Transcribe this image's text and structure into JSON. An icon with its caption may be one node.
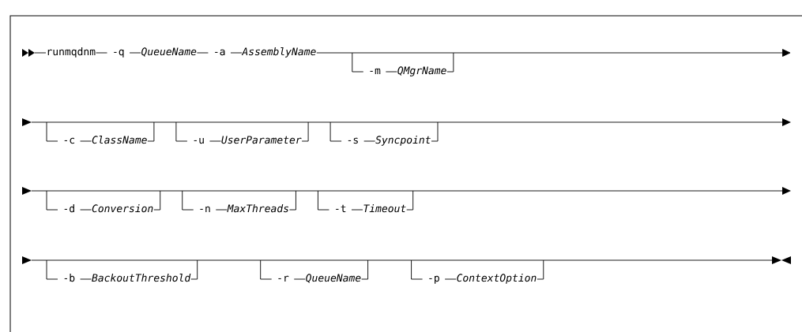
{
  "diagram": {
    "nodes": [
      {
        "text": [
          "runmqdnm"
        ]
      },
      {
        "text": [
          "-q"
        ]
      },
      {
        "text": [
          "QueueName"
        ]
      },
      {
        "text": [
          "-a"
        ]
      },
      {
        "text": [
          "AssemblyName"
        ]
      },
      {
        "text": [
          "-m"
        ]
      },
      {
        "text": [
          "QMgrName"
        ]
      },
      {
        "text": [
          "-c"
        ]
      },
      {
        "text": [
          "ClassName"
        ]
      },
      {
        "text": [
          "-u"
        ]
      },
      {
        "text": [
          "UserParameter"
        ]
      },
      {
        "text": [
          "-s"
        ]
      },
      {
        "text": [
          "Syncpoint"
        ]
      },
      {
        "text": [
          "-d"
        ]
      },
      {
        "text": [
          "Conversion"
        ]
      },
      {
        "text": [
          "-n"
        ]
      },
      {
        "text": [
          "MaxThreads"
        ]
      },
      {
        "text": [
          "-t"
        ]
      },
      {
        "text": [
          "Timeout"
        ]
      },
      {
        "text": [
          "-b"
        ]
      },
      {
        "text": [
          "BackoutThreshold"
        ]
      },
      {
        "text": [
          "-r"
        ]
      },
      {
        "text": [
          "QueueName"
        ]
      },
      {
        "text": [
          "-p"
        ]
      },
      {
        "text": [
          "ContextOption"
        ]
      }
    ],
    "edges": [
      {
        "from": 0,
        "to": 1,
        "arrow": "none"
      },
      {
        "from": 1,
        "to": 2,
        "arrow": "none"
      },
      {
        "from": 2,
        "to": 3,
        "arrow": "none"
      },
      {
        "from": 3,
        "to": 4,
        "arrow": "none"
      },
      {
        "from": 4,
        "to": 5,
        "arrow": "none"
      },
      {
        "from": 6,
        "to": null,
        "arrow": "to"
      },
      {
        "from": 5,
        "to": 6,
        "arrow": "none"
      },
      {
        "from": 7,
        "to": 8,
        "arrow": "none"
      },
      {
        "from": 9,
        "to": 10,
        "arrow": "none"
      },
      {
        "from": 11,
        "to": 12,
        "arrow": "none"
      },
      {
        "from": 13,
        "to": 14,
        "arrow": "none"
      },
      {
        "from": 15,
        "to": 16,
        "arrow": "none"
      },
      {
        "from": 17,
        "to": 18,
        "arrow": "none"
      },
      {
        "from": 19,
        "to": 20,
        "arrow": "none"
      },
      {
        "from": 21,
        "to": 22,
        "arrow": "none"
      },
      {
        "from": 23,
        "to": 24,
        "arrow": "none"
      }
    ]
  }
}
